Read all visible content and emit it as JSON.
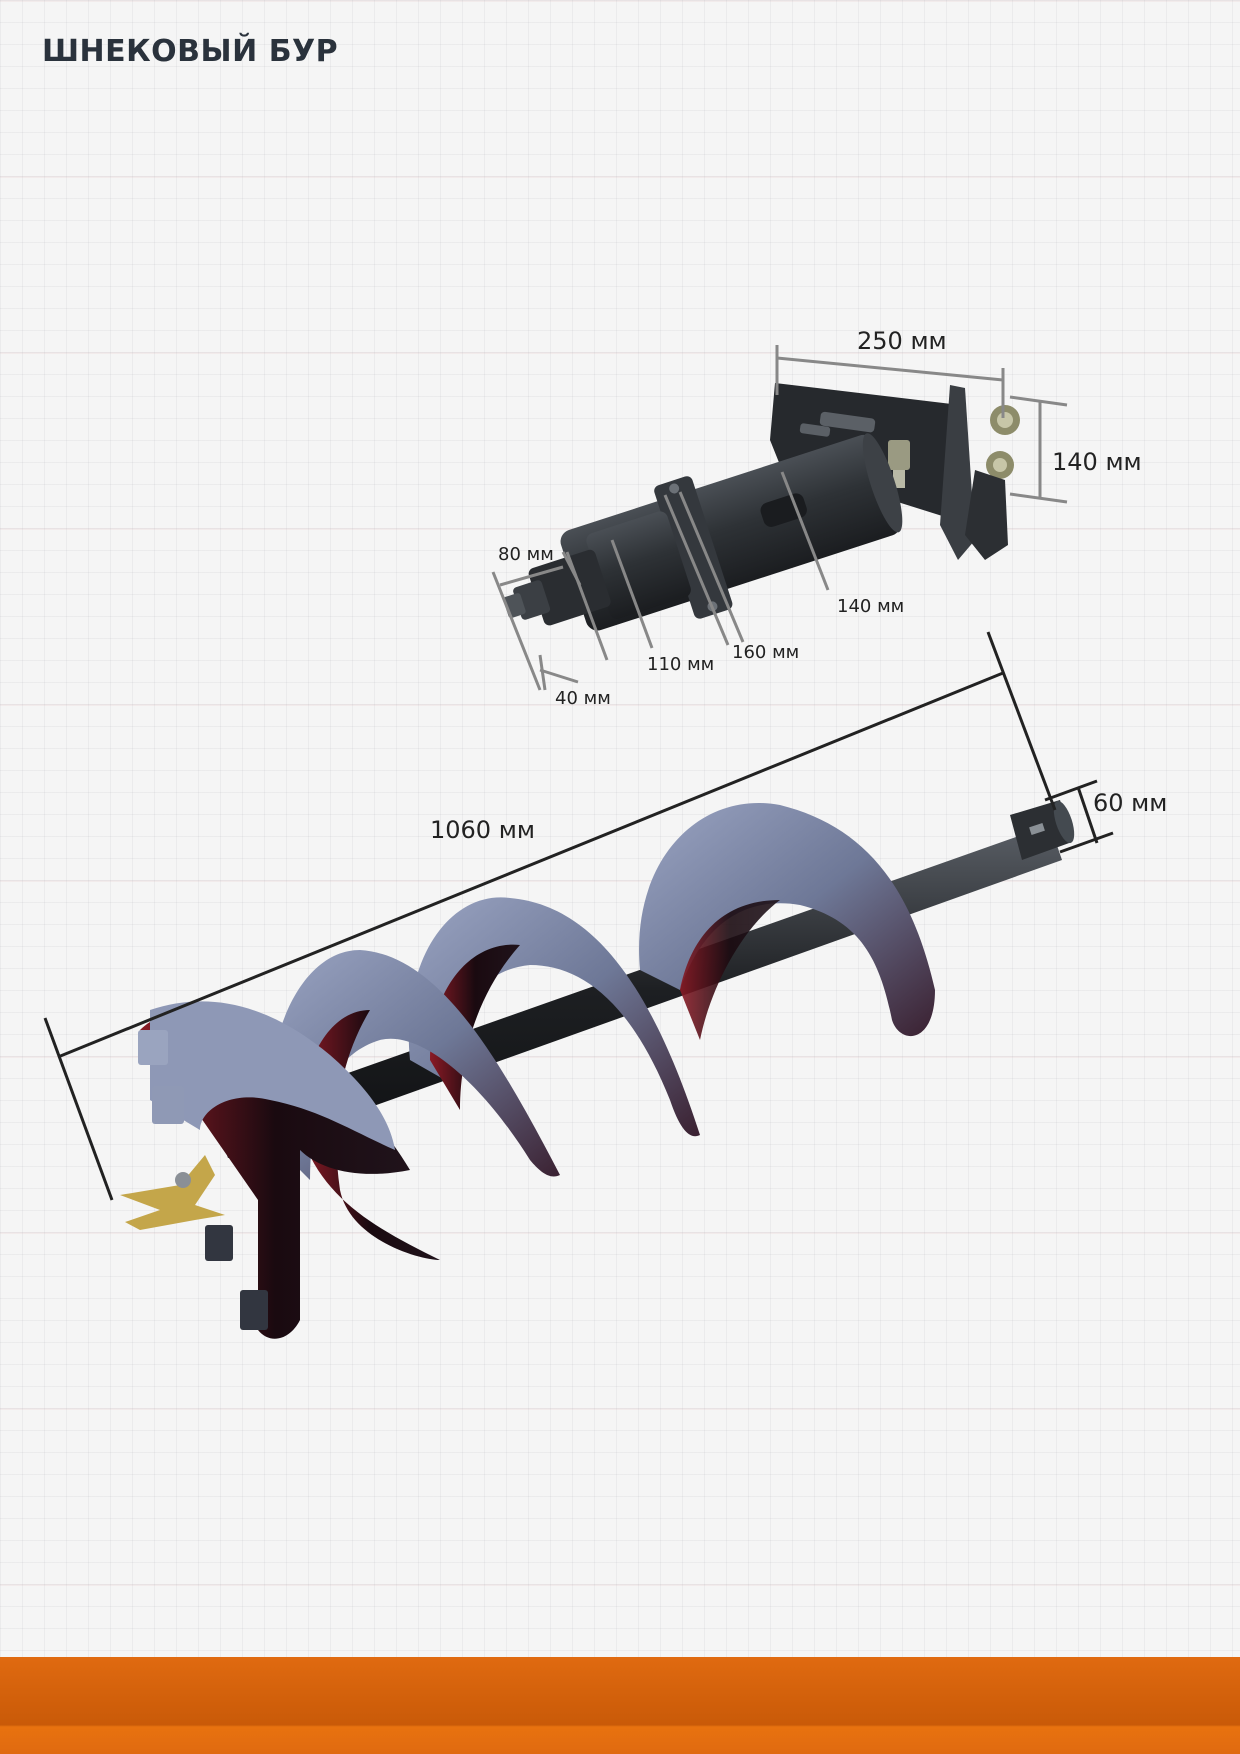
{
  "page": {
    "title": "ШНЕКОВЫЙ БУР"
  },
  "colors": {
    "title": "#2a323c",
    "accent_band": "#e06a10",
    "auger_blade": "#7a86a8",
    "metal_dark": "#2b2f33"
  },
  "drive_unit": {
    "dimensions": {
      "plate_width": "250 мм",
      "plate_height": "140 мм",
      "body_diameter": "140 мм",
      "flange_diameter": "160 мм",
      "neck_diameter": "110 мм",
      "shaft_diameter": "80 мм",
      "shaft_end": "40 мм"
    }
  },
  "auger": {
    "dimensions": {
      "length": "1060 мм",
      "shaft_diameter": "60 мм"
    }
  }
}
